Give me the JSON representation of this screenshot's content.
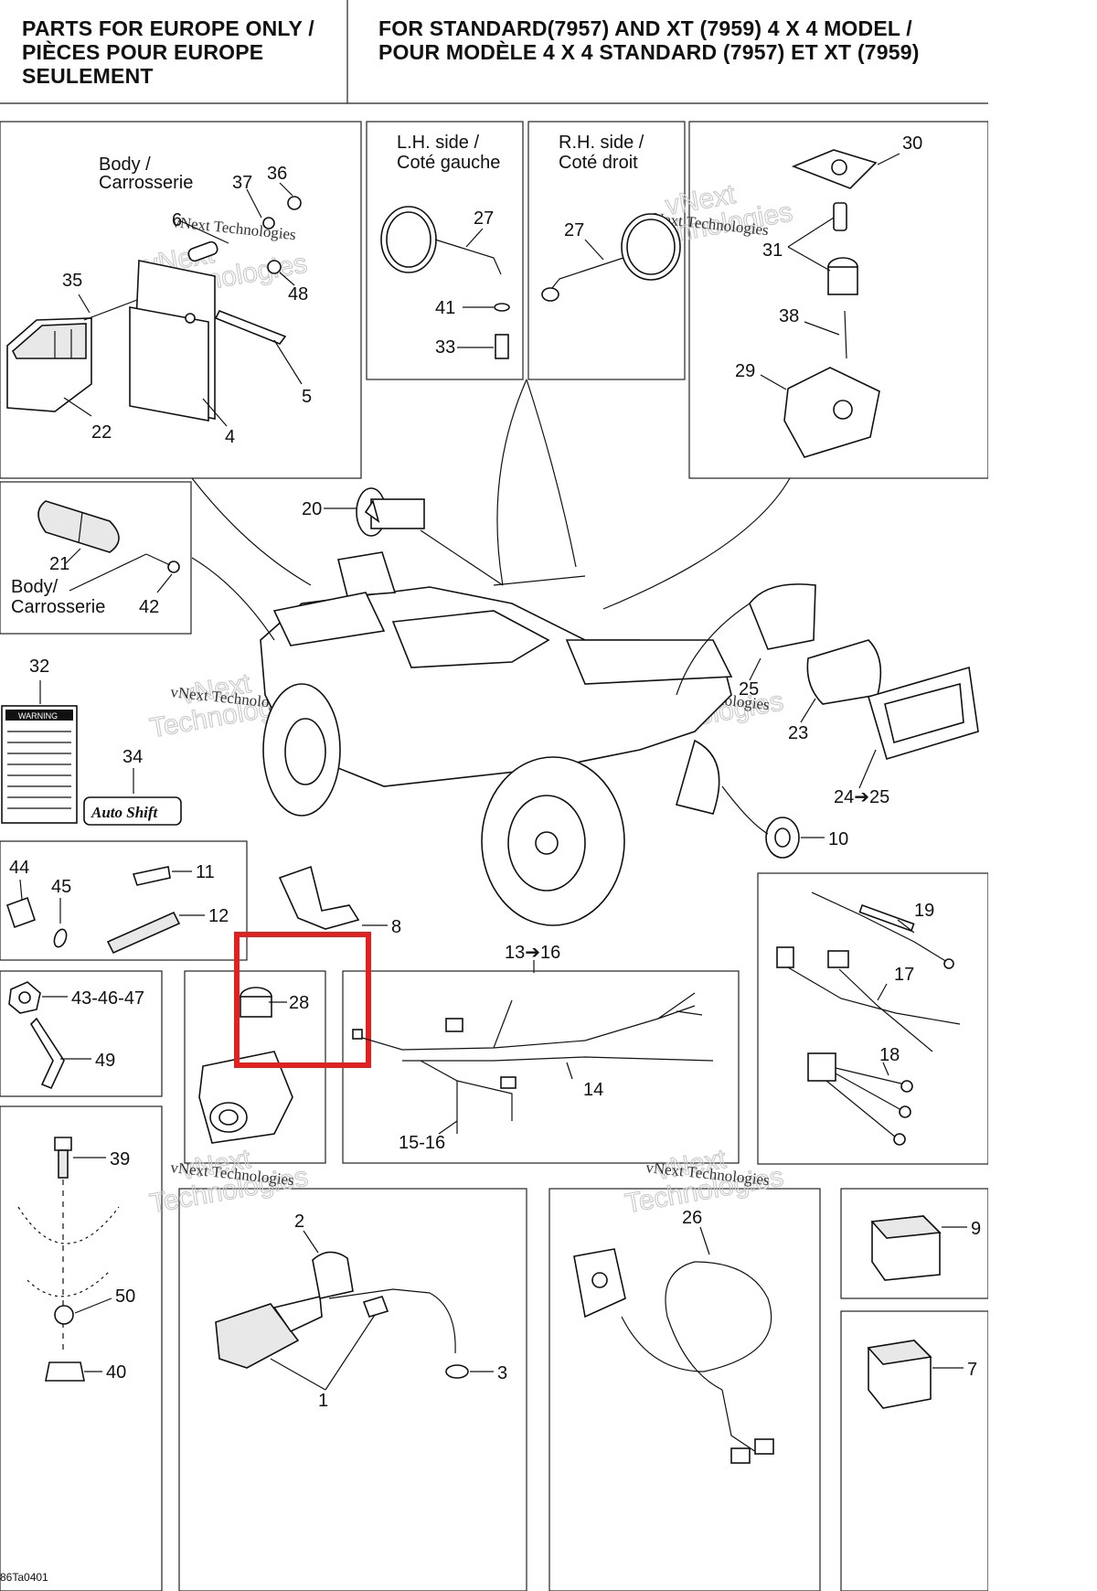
{
  "header": {
    "left_lines": [
      "PARTS FOR EUROPE ONLY /",
      "PIÈCES POUR EUROPE",
      "SEULEMENT"
    ],
    "right_lines": [
      "FOR STANDARD(7957) AND XT (7959) 4 X 4 MODEL /",
      "POUR MODÈLE 4 X 4 STANDARD (7957) ET XT (7959)"
    ]
  },
  "labels": {
    "body_carrosserie_top": [
      "Body /",
      "Carrosserie"
    ],
    "lh_side": [
      "L.H. side /",
      "Coté gauche"
    ],
    "rh_side": [
      "R.H. side /",
      "Coté droit"
    ],
    "body_carrosserie_left": [
      "Body/",
      "Carrosserie"
    ]
  },
  "parts": {
    "p1": "1",
    "p2": "2",
    "p3": "3",
    "p4": "4",
    "p5": "5",
    "p6": "6",
    "p7": "7",
    "p8": "8",
    "p9": "9",
    "p10": "10",
    "p11": "11",
    "p12": "12",
    "p13_16": "13➔16",
    "p14": "14",
    "p15_16": "15-16",
    "p17": "17",
    "p18": "18",
    "p19": "19",
    "p20": "20",
    "p21": "21",
    "p22": "22",
    "p23": "23",
    "p24_25": "24➔25",
    "p25": "25",
    "p26": "26",
    "p27a": "27",
    "p27b": "27",
    "p28": "28",
    "p29": "29",
    "p30": "30",
    "p31": "31",
    "p32": "32",
    "p33": "33",
    "p34": "34",
    "p35": "35",
    "p36": "36",
    "p37": "37",
    "p38": "38",
    "p39": "39",
    "p40": "40",
    "p41": "41",
    "p42": "42",
    "p43_46_47": "43-46-47",
    "p44": "44",
    "p45": "45",
    "p48": "48",
    "p49": "49",
    "p50": "50"
  },
  "sticker_34": "Auto Shift",
  "sticker_32_title": "WARNING",
  "watermark": {
    "line1": "vNext",
    "line2": "Technologies",
    "small": "vNext Technologies"
  },
  "drawing_code": "86Ta0401",
  "highlight": {
    "target": "28",
    "color": "#e0211f"
  }
}
